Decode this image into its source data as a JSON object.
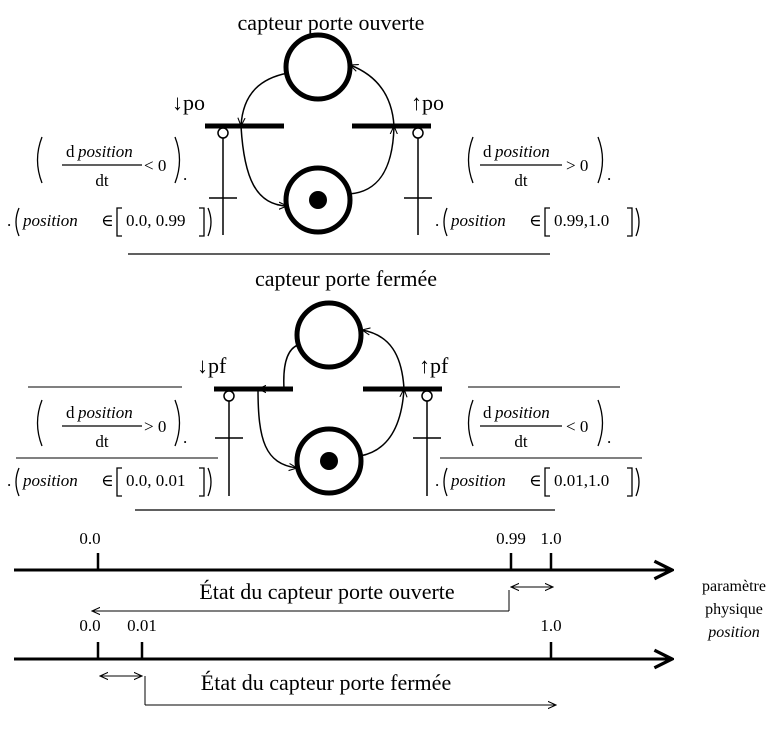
{
  "open_sensor": {
    "title": "capteur porte ouverte",
    "falling_label": "↓po",
    "rising_label": "↑po",
    "falling_guard": {
      "d": "d",
      "var": "position",
      "dt": "dt",
      "cmp": "< 0",
      "dot": ".",
      "lead": ".",
      "in": "position",
      "elem": "∈",
      "interval": "0.0, 0.99"
    },
    "rising_guard": {
      "d": "d",
      "var": "position",
      "dt": "dt",
      "cmp": "> 0",
      "dot": ".",
      "lead": ".",
      "in": "position",
      "elem": "∈",
      "interval": "0.99,1.0"
    }
  },
  "closed_sensor": {
    "title": "capteur porte fermée",
    "falling_label": "↓pf",
    "rising_label": "↑pf",
    "falling_guard": {
      "d": "d",
      "var": "position",
      "dt": "dt",
      "cmp": "> 0",
      "dot": ".",
      "lead": ".",
      "in": "position",
      "elem": "∈",
      "interval": "0.0, 0.01"
    },
    "rising_guard": {
      "d": "d",
      "var": "position",
      "dt": "dt",
      "cmp": "< 0",
      "dot": ".",
      "lead": ".",
      "in": "position",
      "elem": "∈",
      "interval": "0.01,1.0"
    }
  },
  "axis_open": {
    "ticks": [
      "0.0",
      "0.99",
      "1.0"
    ],
    "state_label": "État du capteur porte ouverte"
  },
  "axis_closed": {
    "ticks": [
      "0.0",
      "0.01",
      "1.0"
    ],
    "state_label": "État du capteur porte fermée"
  },
  "parameter_label": {
    "line1": "paramètre",
    "line2": "physique",
    "line3": "position"
  }
}
